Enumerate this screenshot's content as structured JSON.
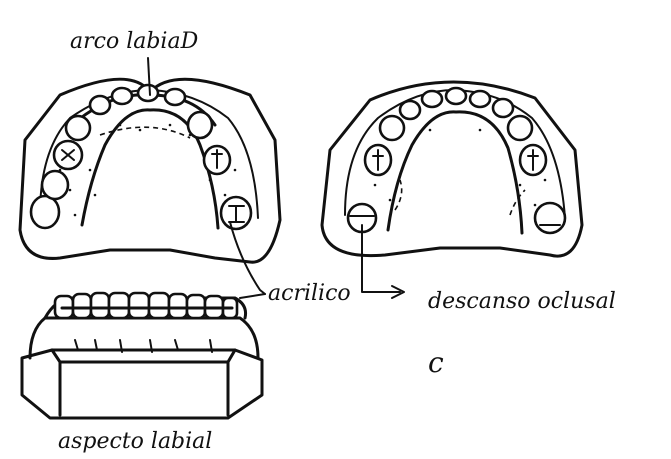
{
  "labels": {
    "labial_arch": "arco labiaD",
    "acrylic": "acrilico",
    "occlusal_rest": "descanso oclusal",
    "labial_aspect": "aspecto labial",
    "figure_letter": "c"
  },
  "colors": {
    "ink": "#111111",
    "paper": "#ffffff"
  }
}
